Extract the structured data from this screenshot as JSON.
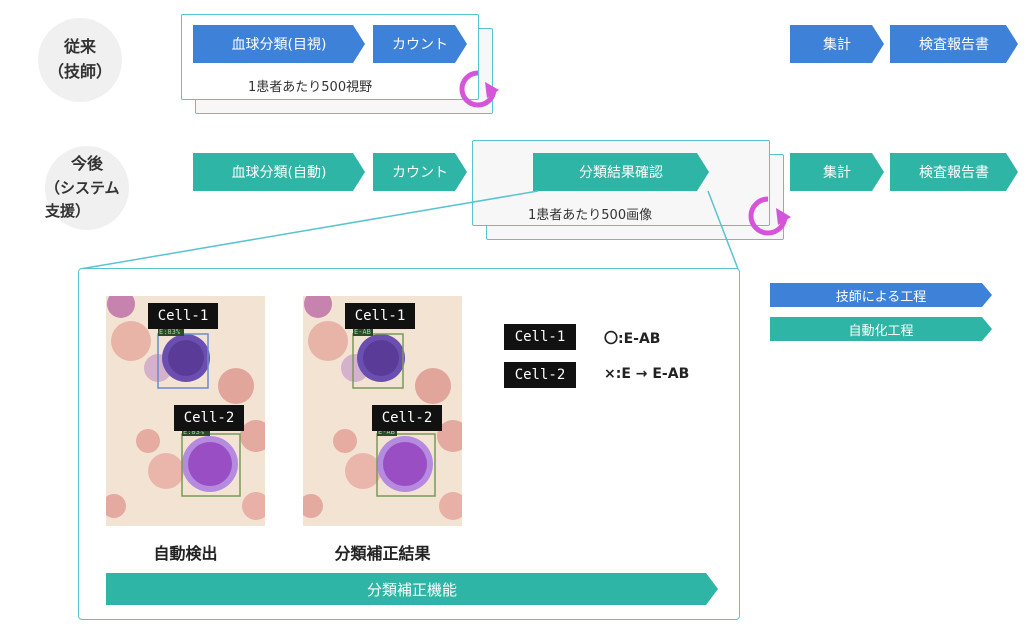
{
  "rows": {
    "current": {
      "label_line1": "従来",
      "label_line2": "（技師）",
      "step1": "血球分類(目視)",
      "step2": "カウント",
      "card_caption": "1患者あたり500視野",
      "step3": "集計",
      "step4": "検査報告書"
    },
    "future": {
      "label_line1": "今後",
      "label_line2": "（システム支援）",
      "step1": "血球分類(自動)",
      "step2": "カウント",
      "step3": "分類結果確認",
      "card_caption": "1患者あたり500画像",
      "step4": "集計",
      "step5": "検査報告書"
    }
  },
  "legend": {
    "manual": "技師による工程",
    "auto": "自動化工程"
  },
  "detail": {
    "image1": {
      "cell1_label": "Cell-1",
      "cell1_tag": "E:83%",
      "cell2_label": "Cell-2",
      "cell2_tag": "E:83%",
      "caption": "自動検出"
    },
    "image2": {
      "cell1_label": "Cell-1",
      "cell1_tag": "E-AB",
      "cell2_label": "Cell-2",
      "cell2_tag": "E-AB",
      "caption": "分類補正結果"
    },
    "corrections": [
      {
        "cell": "Cell-1",
        "text": "〇:E-AB"
      },
      {
        "cell": "Cell-2",
        "text": "×:E → E-AB"
      }
    ],
    "footer_arrow": "分類補正機能"
  },
  "colors": {
    "manual": "#3d82d8",
    "auto": "#2fb5a5",
    "card_border": "#58c4d0",
    "cycle": "#d455d8"
  }
}
